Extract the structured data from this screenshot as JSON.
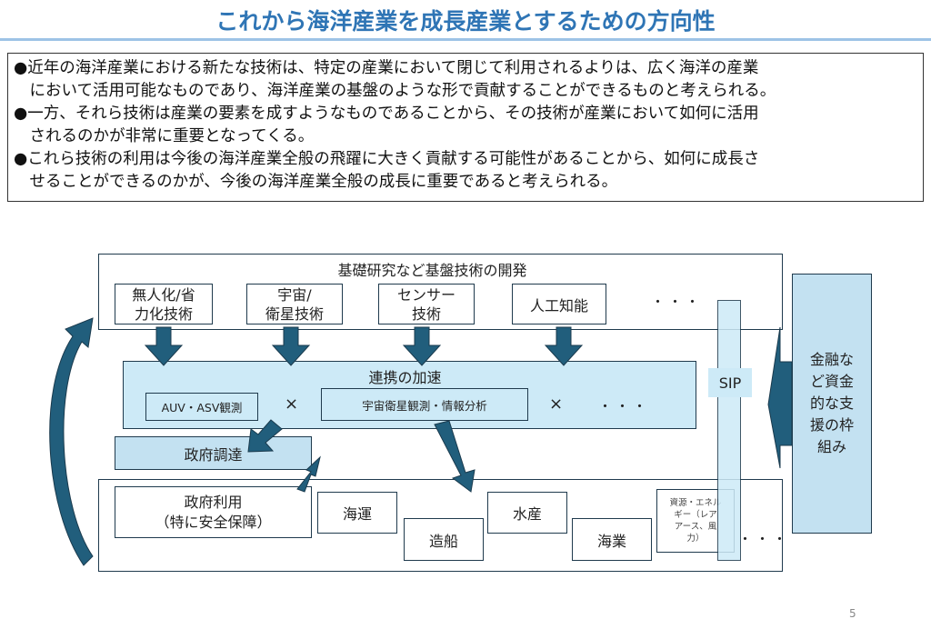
{
  "title": "これから海洋産業を成長産業とするための方向性",
  "intro": [
    "●近年の海洋産業における新たな技術は、特定の産業において閉じて利用されるよりは、広く海洋の産業",
    "　において活用可能なものであり、海洋産業の基盤のような形で貢献することができるものと考えられる。",
    "●一方、それら技術は産業の要素を成すようなものであることから、その技術が産業において如何に活用",
    "　されるのかが非常に重要となってくる。",
    "●これら技術の利用は今後の海洋産業全般の飛躍に大きく貢献する可能性があることから、如何に成長さ",
    "　せることができるのかが、今後の海洋産業全般の成長に重要であると考えられる。"
  ],
  "diagram": {
    "basic_research": {
      "title": "基礎研究など基盤技術の開発",
      "items": [
        "無人化/省\n力化技術",
        "宇宙/\n衛星技術",
        "センサー\n技術",
        "人工知能"
      ],
      "ellipsis": "・・・"
    },
    "collaboration": {
      "title": "連携の加速",
      "item1": "AUV・ASV観測",
      "times": "×",
      "item2": "宇宙衛星観測・情報分析",
      "times2": "×",
      "ellipsis": "・・・"
    },
    "procurement": "政府調達",
    "industries": {
      "gov_use": "政府利用\n（特に安全保障）",
      "shipping": "海運",
      "shipbuilding": "造船",
      "fisheries": "水産",
      "marine_business": "海業",
      "resources": "資源・エネル\nギー（レア\nアース、風\n力）",
      "ellipsis": "・・・"
    },
    "sip": "SIP",
    "finance": "金融な\nど資金\n的な支\n援の枠\n組み"
  },
  "page_number": "5",
  "colors": {
    "title": "#2f75b5",
    "arrow": "#215e7c",
    "light_box": "#cdeaf7"
  }
}
